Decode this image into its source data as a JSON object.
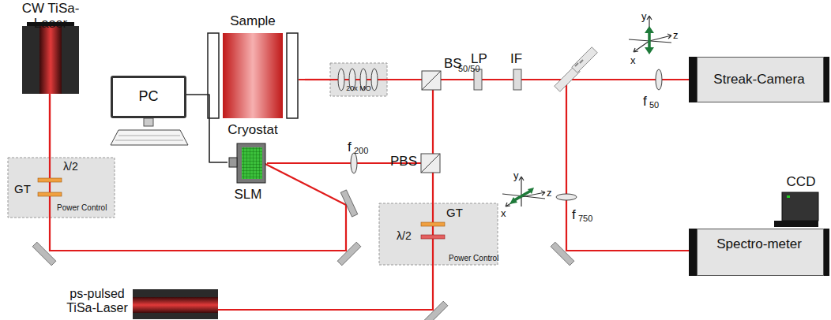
{
  "diagram": {
    "nodes": [
      {
        "text": [
          "CW TiSa-Laser"
        ]
      },
      {
        "text": [
          "λ/2",
          "GT",
          "Power Control"
        ]
      },
      {
        "text": [
          "Sample",
          "Cryostat"
        ]
      },
      {
        "text": [
          "PC"
        ]
      },
      {
        "text": [
          "SLM"
        ]
      },
      {
        "text": [
          "20x MO"
        ]
      },
      {
        "text": [
          "GT",
          "λ/2",
          "Power Control"
        ]
      },
      {
        "text": [
          "ps-pulsed TiSa-Laser"
        ]
      },
      {
        "text": [
          "Streak-Camera"
        ]
      },
      {
        "text": [
          "CCD"
        ]
      },
      {
        "text": [
          "Spectro-meter"
        ]
      }
    ],
    "edges": [
      {
        "from": 0,
        "to": 1,
        "arrow": "none"
      },
      {
        "from": 3,
        "to": 4,
        "arrow": "none"
      },
      {
        "from": 5,
        "to": 2,
        "arrow": "none"
      }
    ],
    "labels": [
      "BS",
      "50/50",
      "LP",
      "IF",
      "PBS",
      "f",
      "200",
      "f",
      "750",
      "f",
      "50",
      "x",
      "y",
      "z",
      "x",
      "y",
      "z"
    ]
  }
}
